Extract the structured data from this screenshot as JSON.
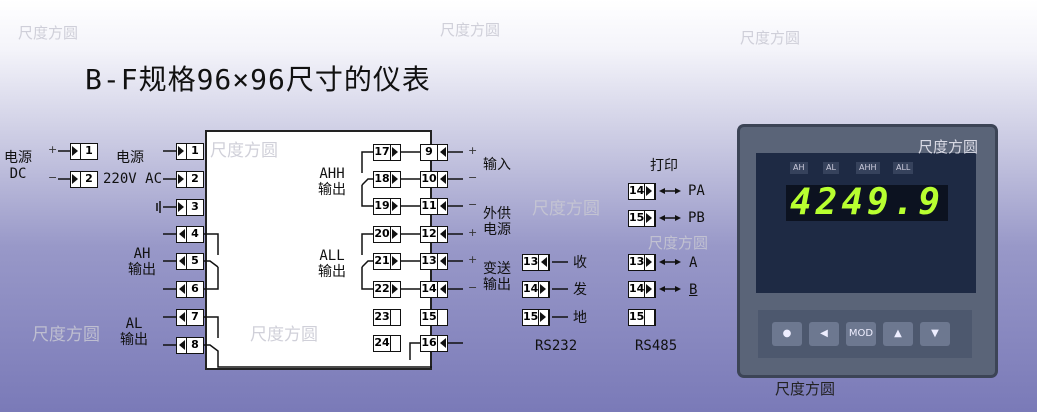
{
  "watermark": "尺度方圆",
  "title": "B-F规格96×96尺寸的仪表",
  "labels": {
    "dc_power": "电源",
    "dc": "DC",
    "plus": "+",
    "minus": "−",
    "ac_power": "电源",
    "ac": "220V AC",
    "ah": "AH",
    "al": "AL",
    "output": "输出",
    "ahh": "AHH",
    "all": "ALL",
    "input": "输入",
    "ext_power": "外供",
    "ext_power2": "电源",
    "transmit": "变送",
    "transmit2": "输出",
    "rx": "收",
    "tx": "发",
    "gnd": "地",
    "rs232": "RS232",
    "print": "打印",
    "pa": "PA",
    "pb": "PB",
    "a": "A",
    "b": "B",
    "rs485": "RS485"
  },
  "terminals": {
    "dc": [
      "1",
      "2"
    ],
    "left": [
      "1",
      "2",
      "3",
      "4",
      "5",
      "6",
      "7",
      "8"
    ],
    "inner": [
      "17",
      "18",
      "19",
      "20",
      "21",
      "22",
      "23",
      "24"
    ],
    "outer": [
      "9",
      "10",
      "11",
      "12",
      "13",
      "14",
      "15",
      "16"
    ],
    "rs232": [
      "13",
      "14",
      "15"
    ],
    "print": [
      "14",
      "15"
    ],
    "rs485": [
      "13",
      "14",
      "15"
    ]
  },
  "device": {
    "leds": [
      "AH",
      "AL",
      "AHH",
      "ALL"
    ],
    "display": "4249.9",
    "keys": [
      "●",
      "◀",
      "MOD",
      "▲",
      "▼"
    ]
  }
}
